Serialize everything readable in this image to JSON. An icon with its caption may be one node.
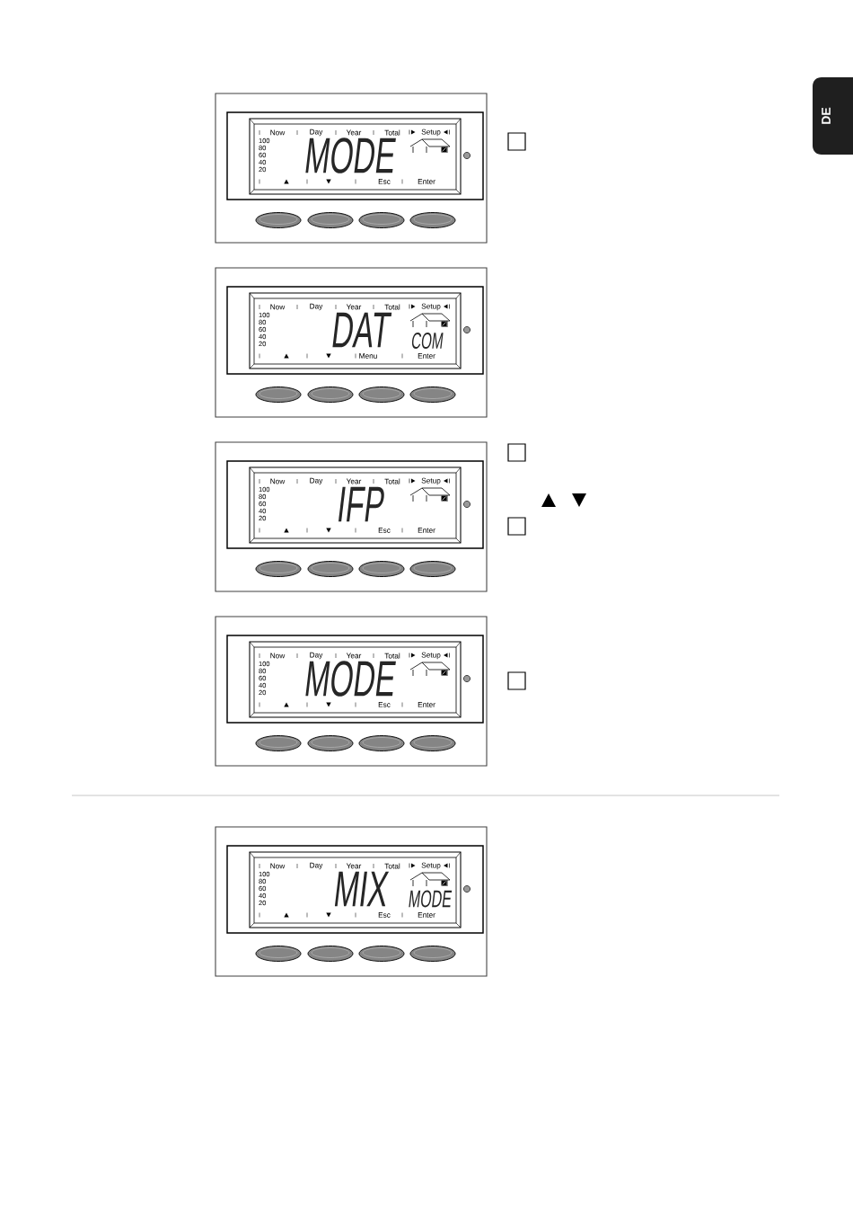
{
  "diagram": {
    "nodes": [
      {
        "text": [
          "Now",
          "Day",
          "Year",
          "Total",
          "Setup",
          "100",
          "80",
          "60",
          "40",
          "20",
          "MODE",
          "Esc",
          "Enter"
        ]
      },
      {
        "text": [
          "Now",
          "Day",
          "Year",
          "Total",
          "Setup",
          "100",
          "80",
          "60",
          "40",
          "20",
          "DAT",
          "COM",
          "Menu",
          "Enter"
        ]
      },
      {
        "text": [
          "Now",
          "Day",
          "Year",
          "Total",
          "Setup",
          "100",
          "80",
          "60",
          "40",
          "20",
          "IFP",
          "Esc",
          "Enter"
        ]
      },
      {
        "text": [
          "Now",
          "Day",
          "Year",
          "Total",
          "Setup",
          "100",
          "80",
          "60",
          "40",
          "20",
          "MODE",
          "Esc",
          "Enter"
        ]
      },
      {
        "text": [
          "Now",
          "Day",
          "Year",
          "Total",
          "Setup",
          "100",
          "80",
          "60",
          "40",
          "20",
          "MIX",
          "MODE",
          "Esc",
          "Enter"
        ]
      },
      {
        "text": [
          "DE"
        ]
      }
    ]
  }
}
